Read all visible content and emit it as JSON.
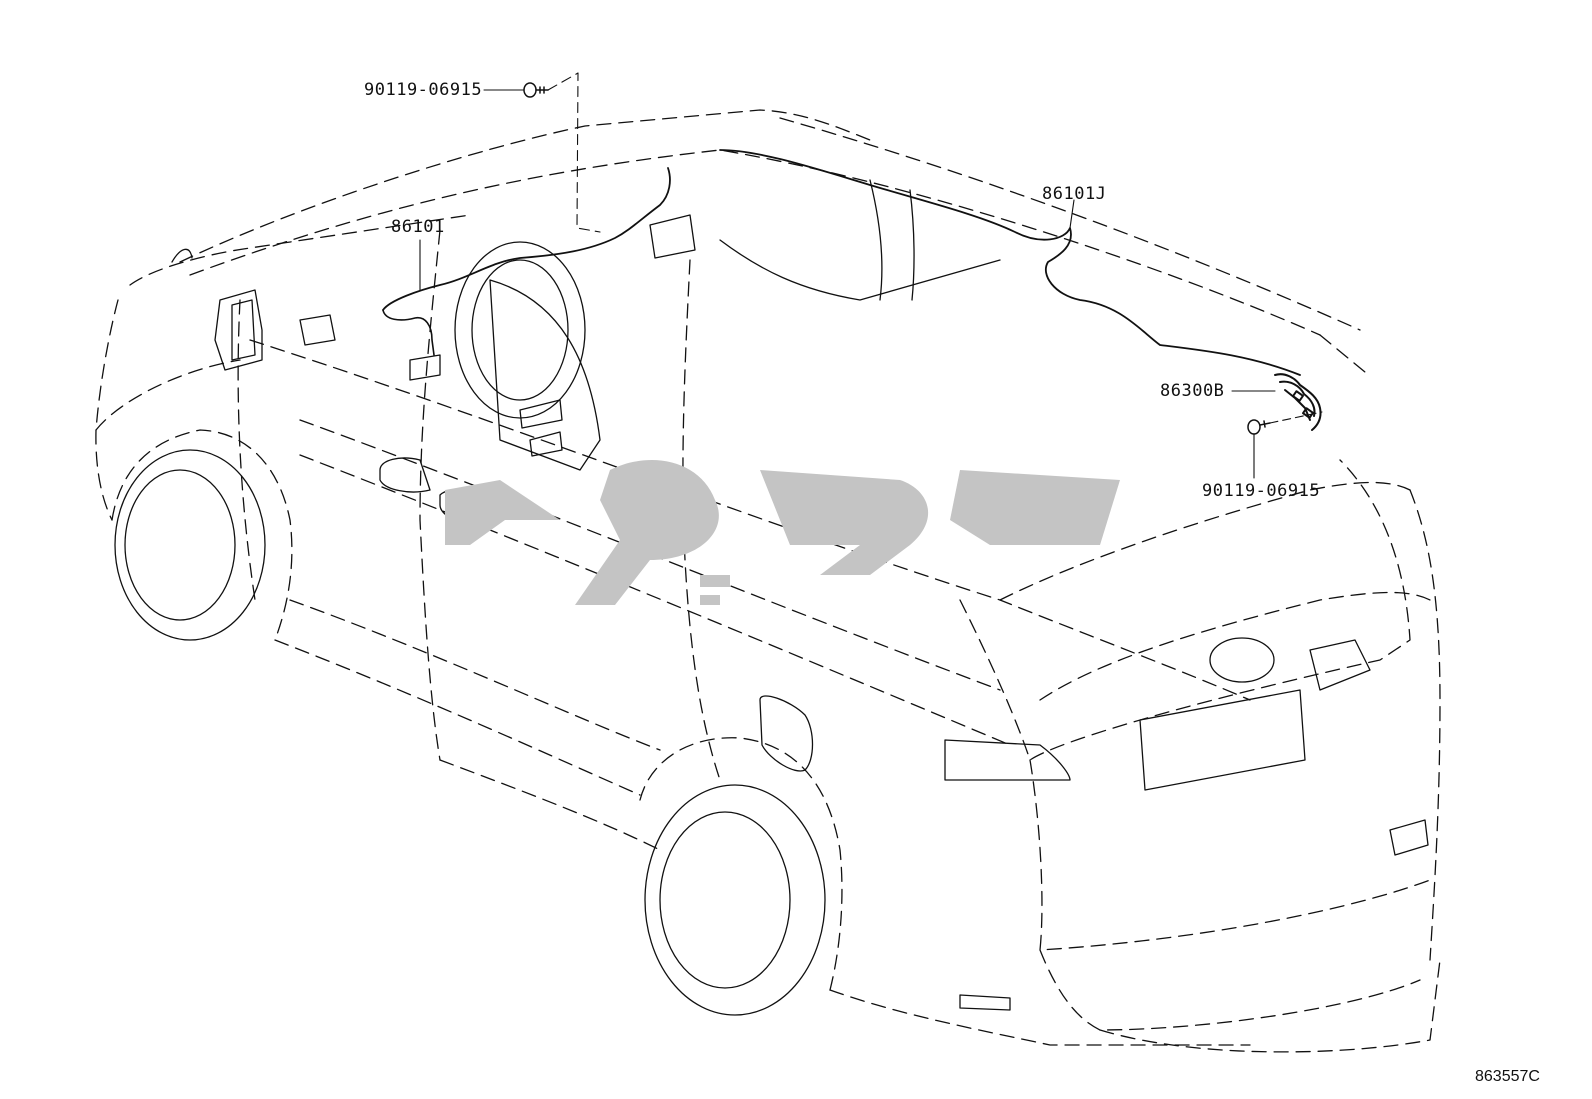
{
  "diagram": {
    "part_labels": {
      "bolt_front": "90119-06915",
      "harness_front": "86101",
      "harness_roof": "86101J",
      "amplifier": "86300B",
      "bolt_rear": "90119-06915"
    },
    "figure_id": "863557C",
    "colors": {
      "line": "#111111",
      "watermark": "#c4c4c4",
      "background": "#ffffff"
    }
  }
}
